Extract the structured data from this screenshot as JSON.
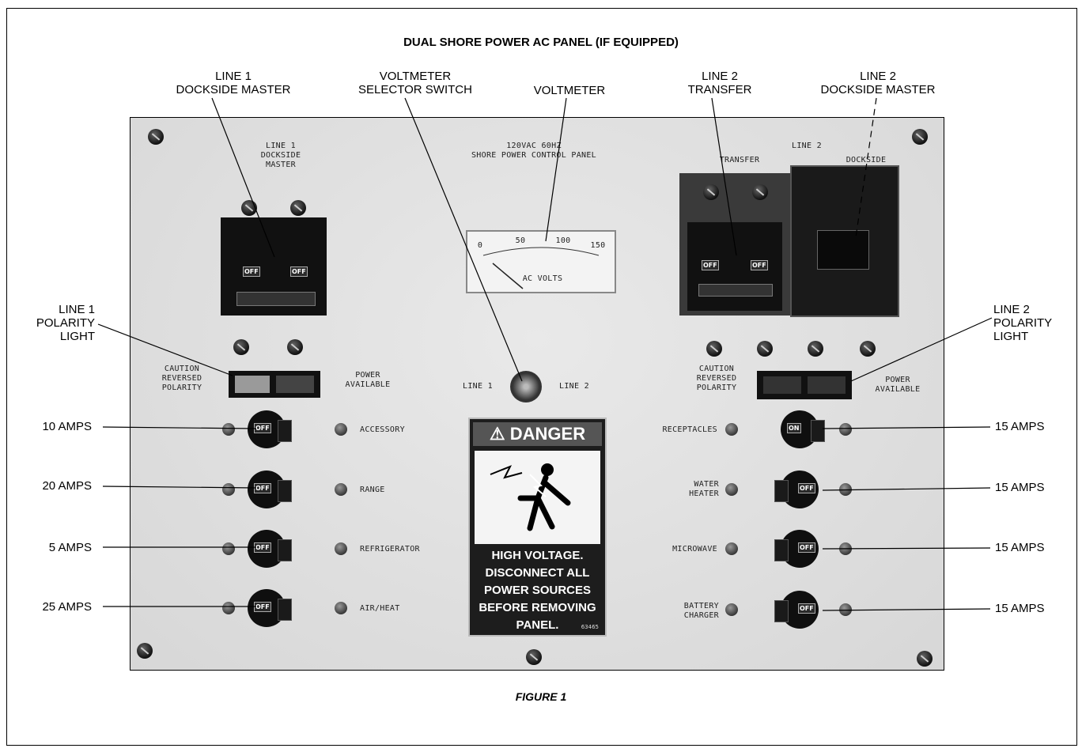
{
  "title": "DUAL SHORE POWER AC PANEL (IF EQUIPPED)",
  "figure_caption": "FIGURE 1",
  "callouts": {
    "line1_master": "LINE 1\nDOCKSIDE MASTER",
    "voltmeter_selector": "VOLTMETER\nSELECTOR SWITCH",
    "voltmeter": "VOLTMETER",
    "line2_transfer": "LINE 2\nTRANSFER",
    "line2_master": "LINE 2\nDOCKSIDE MASTER",
    "line1_polarity": "LINE 1\nPOLARITY\nLIGHT",
    "line2_polarity": "LINE 2\nPOLARITY\nLIGHT"
  },
  "left_amps": [
    "10 AMPS",
    "20 AMPS",
    "5 AMPS",
    "25 AMPS"
  ],
  "right_amps": [
    "15 AMPS",
    "15 AMPS",
    "15 AMPS",
    "15 AMPS"
  ],
  "panel": {
    "line1_label": "LINE 1\nDOCKSIDE\nMASTER",
    "header": "120VAC 60HZ\nSHORE POWER CONTROL PANEL",
    "line2_label": "LINE 2",
    "transfer_label": "TRANSFER",
    "dockside_label": "DOCKSIDE",
    "caution_left": "CAUTION\nREVERSED\nPOLARITY",
    "power_left": "POWER\nAVAILABLE",
    "caution_right": "CAUTION\nREVERSED\nPOLARITY",
    "power_right": "POWER\nAVAILABLE",
    "switch_line1": "LINE 1",
    "switch_line2": "LINE 2",
    "left_circuits": [
      "ACCESSORY",
      "RANGE",
      "REFRIGERATOR",
      "AIR/HEAT"
    ],
    "right_circuits": [
      "RECEPTACLES",
      "WATER\nHEATER",
      "MICROWAVE",
      "BATTERY\nCHARGER"
    ],
    "off_label": "OFF",
    "on_label": "ON",
    "meter_scale": [
      "0",
      "50",
      "100",
      "150"
    ],
    "meter_unit": "AC VOLTS",
    "danger_head": "DANGER",
    "danger_text": "HIGH VOLTAGE.\nDISCONNECT ALL\nPOWER SOURCES\nBEFORE REMOVING\nPANEL.",
    "danger_code": "63465"
  }
}
